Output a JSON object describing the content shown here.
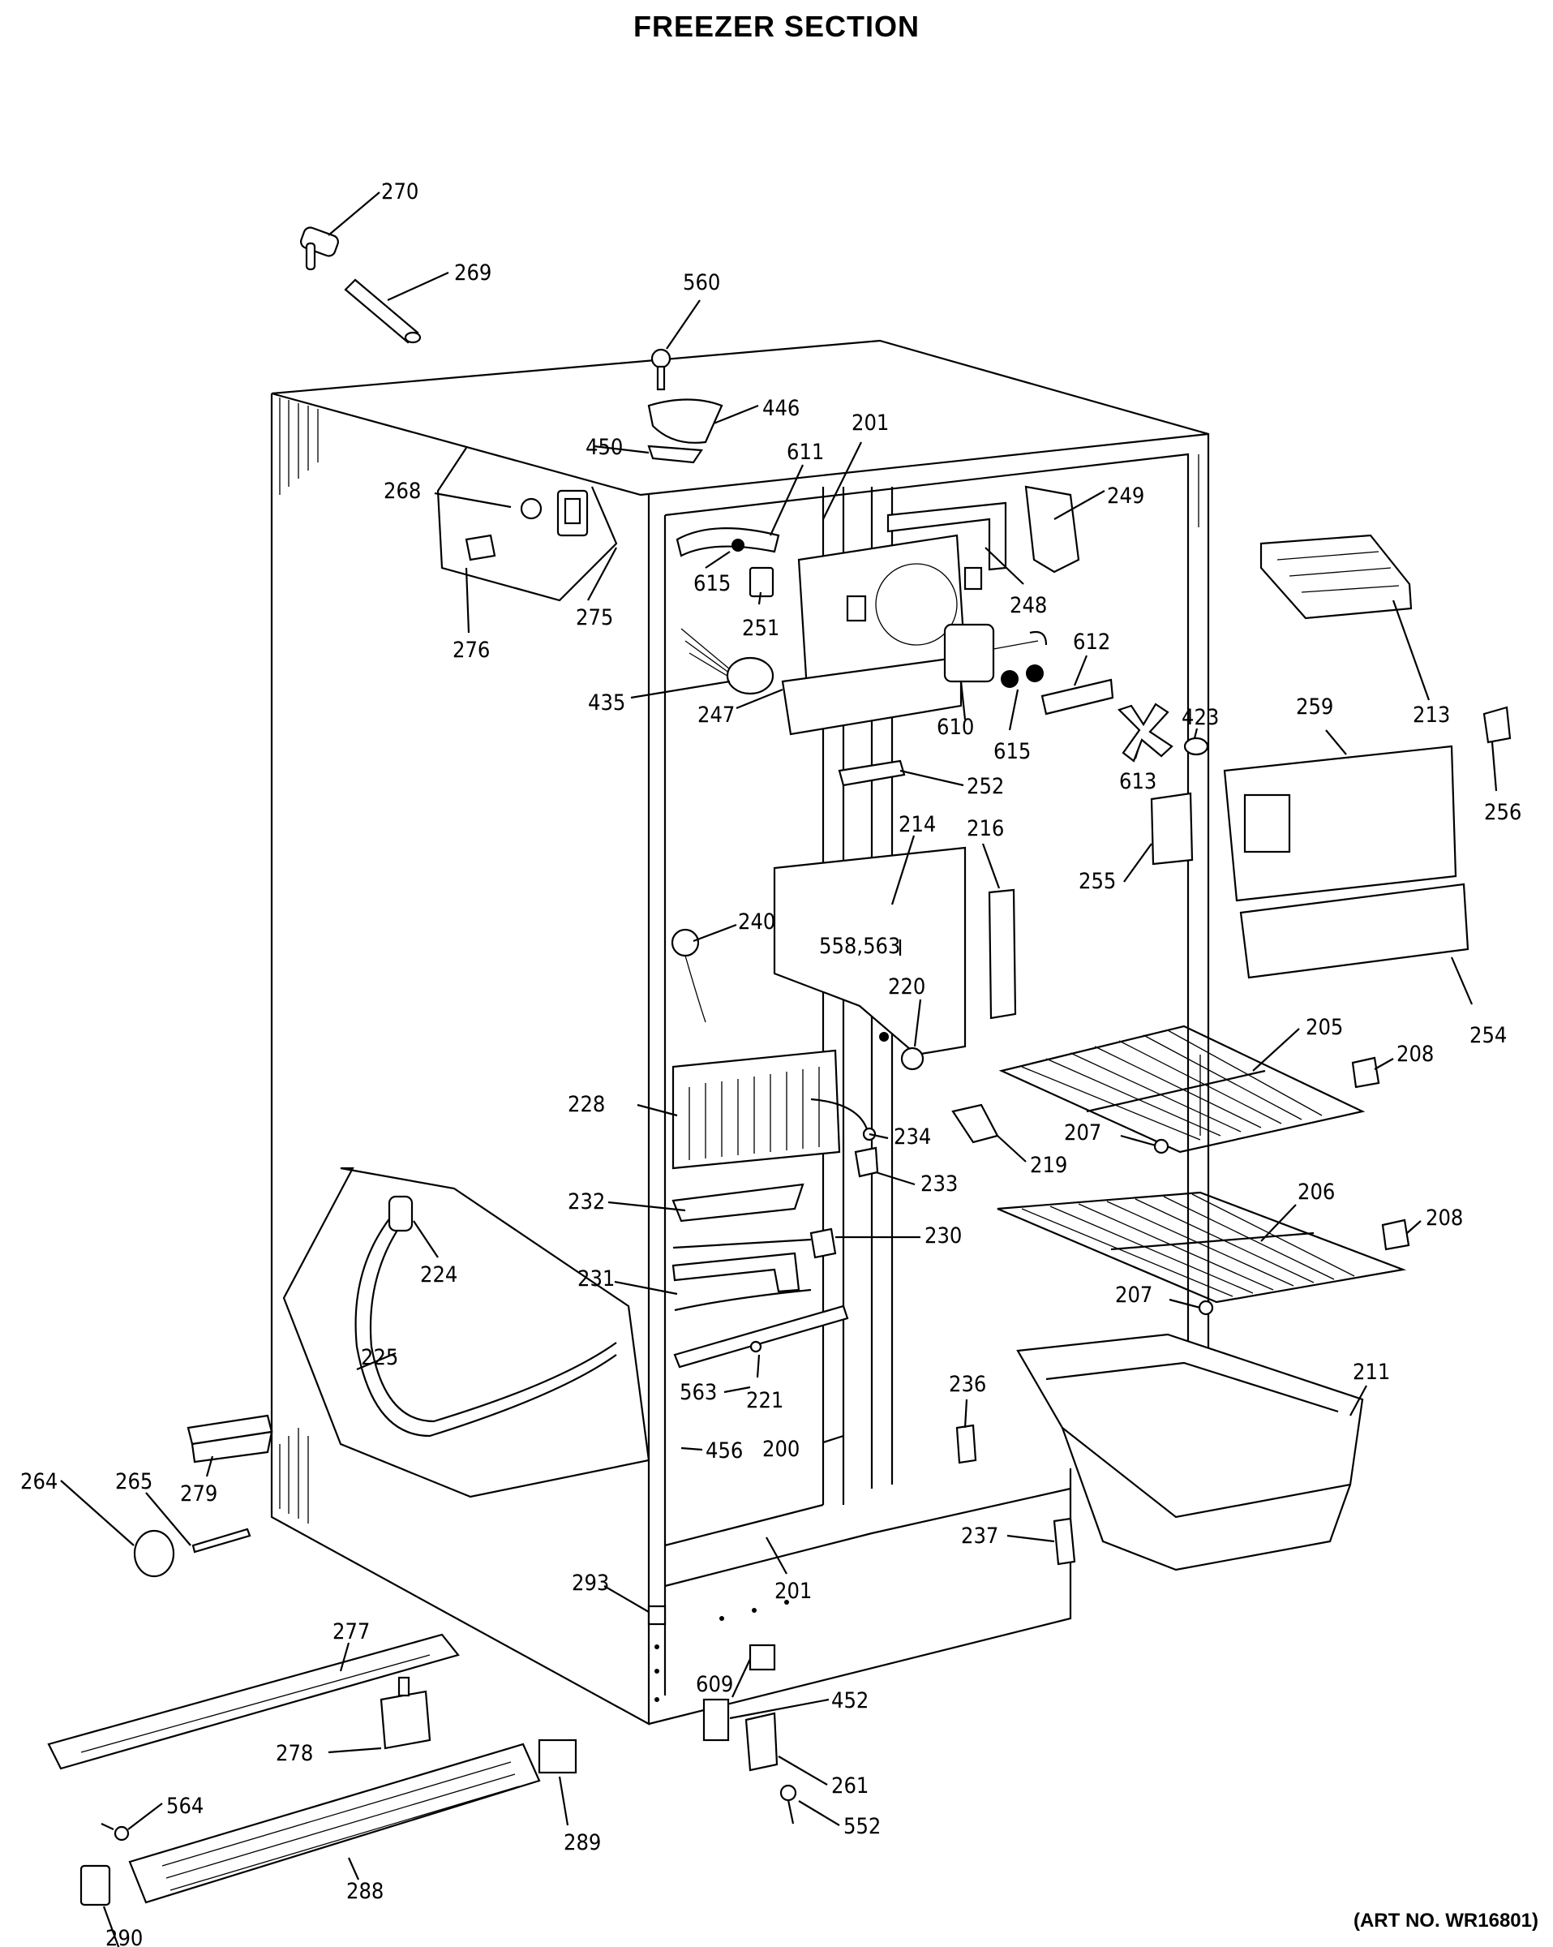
{
  "title": "FREEZER SECTION",
  "art_number": "(ART NO. WR16801)",
  "callouts": {
    "p270": "270",
    "p269": "269",
    "p560": "560",
    "p446": "446",
    "p450": "450",
    "p611": "611",
    "p201a": "201",
    "p249": "249",
    "p268": "268",
    "p615a": "615",
    "p251": "251",
    "p248": "248",
    "p612": "612",
    "p276": "276",
    "p275": "275",
    "p435": "435",
    "p247": "247",
    "p610": "610",
    "p615b": "615",
    "p613": "613",
    "p423": "423",
    "p259": "259",
    "p213": "213",
    "p256": "256",
    "p252": "252",
    "p214": "214",
    "p216": "216",
    "p255": "255",
    "p240": "240",
    "p558": "558,563",
    "p220": "220",
    "p254": "254",
    "p205": "205",
    "p208a": "208",
    "p228": "228",
    "p234": "234",
    "p233": "233",
    "p219": "219",
    "p207a": "207",
    "p232": "232",
    "p206": "206",
    "p208b": "208",
    "p230": "230",
    "p224": "224",
    "p231": "231",
    "p207b": "207",
    "p225": "225",
    "p236": "236",
    "p211": "211",
    "p563": "563",
    "p221": "221",
    "p456": "456",
    "p200": "200",
    "p264": "264",
    "p265": "265",
    "p279": "279",
    "p237": "237",
    "p293": "293",
    "p201b": "201",
    "p277": "277",
    "p609": "609",
    "p452": "452",
    "p278": "278",
    "p261": "261",
    "p564": "564",
    "p552": "552",
    "p289": "289",
    "p288": "288",
    "p290": "290"
  }
}
